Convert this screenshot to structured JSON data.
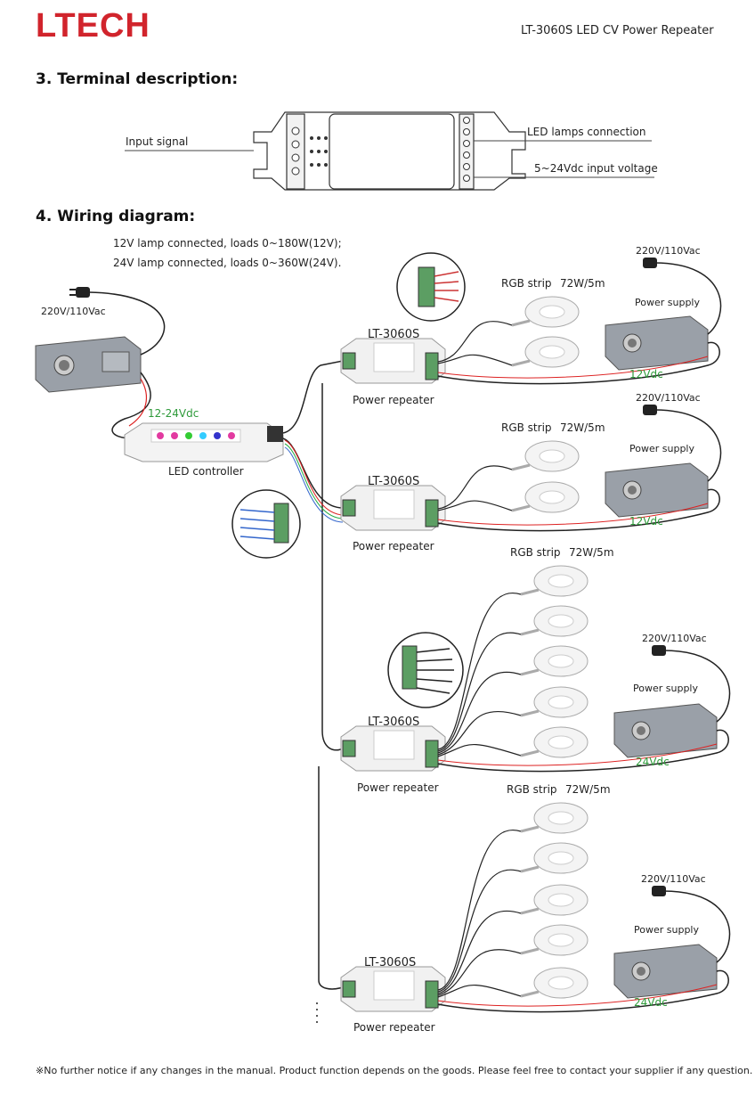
{
  "header": {
    "brand": "LTECH",
    "doc_title": "LT-3060S LED CV Power Repeater"
  },
  "terminal": {
    "heading": "3.  Terminal description:",
    "input_signal": "Input signal",
    "led_lamps": "LED lamps connection",
    "input_voltage": "5~24Vdc input voltage"
  },
  "wiring": {
    "heading": "4.  Wiring diagram:",
    "note_12v": "12V lamp connected, loads 0~180W(12V);",
    "note_24v": "24V lamp connected, loads 0~360W(24V).",
    "controller": {
      "mains": "220V/110Vac",
      "voltage": "12-24Vdc",
      "label": "LED controller"
    },
    "repeaters": [
      {
        "model": "LT-3060S",
        "label": "Power repeater",
        "strip": "RGB strip",
        "power": "72W/5m",
        "supply": "Power supply",
        "mains": "220V/110Vac",
        "dc": "12Vdc"
      },
      {
        "model": "LT-3060S",
        "label": "Power repeater",
        "strip": "RGB strip",
        "power": "72W/5m",
        "supply": "Power supply",
        "mains": "220V/110Vac",
        "dc": "12Vdc"
      },
      {
        "model": "LT-3060S",
        "label": "Power repeater",
        "strip": "RGB strip",
        "power": "72W/5m",
        "supply": "Power supply",
        "mains": "220V/110Vac",
        "dc": "24Vdc"
      },
      {
        "model": "LT-3060S",
        "label": "Power repeater",
        "strip": "RGB strip",
        "power": "72W/5m",
        "supply": "Power supply",
        "mains": "220V/110Vac",
        "dc": "24Vdc"
      }
    ]
  },
  "footer": {
    "notice": "※No further notice if any changes in the manual. Product function depends on the goods. Please feel free to contact your supplier if any question."
  }
}
